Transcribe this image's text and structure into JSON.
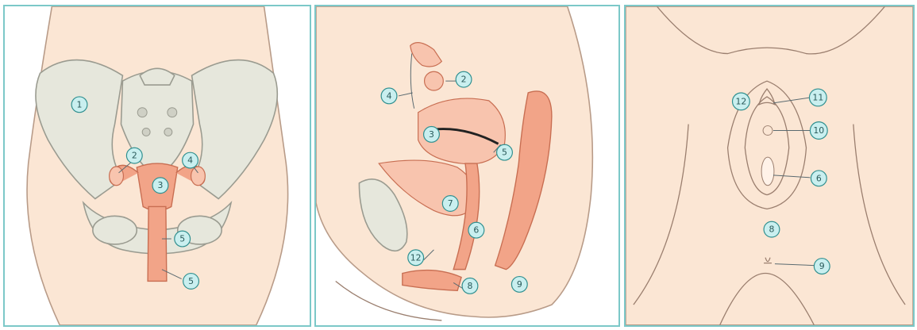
{
  "panels": [
    {
      "id": "front-view",
      "callouts": [
        {
          "label": "1"
        },
        {
          "label": "2"
        },
        {
          "label": "3"
        },
        {
          "label": "4"
        },
        {
          "label": "5"
        },
        {
          "label": "5"
        }
      ]
    },
    {
      "id": "side-view",
      "callouts": [
        {
          "label": "4"
        },
        {
          "label": "2"
        },
        {
          "label": "3"
        },
        {
          "label": "5"
        },
        {
          "label": "7"
        },
        {
          "label": "6"
        },
        {
          "label": "12"
        },
        {
          "label": "8"
        },
        {
          "label": "9"
        }
      ]
    },
    {
      "id": "external-view",
      "callouts": [
        {
          "label": "12"
        },
        {
          "label": "11"
        },
        {
          "label": "10"
        },
        {
          "label": "6"
        },
        {
          "label": "8"
        },
        {
          "label": "9"
        }
      ]
    }
  ],
  "colors": {
    "frame": "#7cc8c8",
    "skin": "#fbe6d4",
    "bone": "#e6e7dc",
    "organ": "#f2a488",
    "callout_fill": "#c9efef",
    "callout_stroke": "#2f8f8f"
  }
}
